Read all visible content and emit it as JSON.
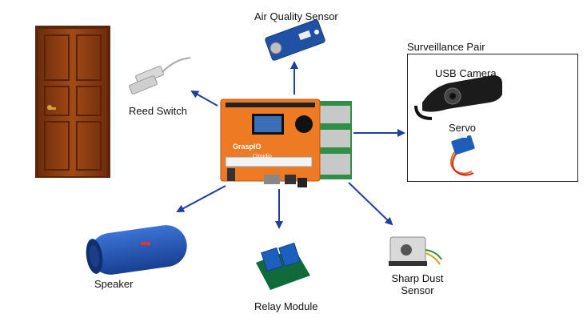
{
  "labels": {
    "air_quality_sensor": "Air Quality Sensor",
    "surveillance_pair": "Surveillance Pair",
    "usb_camera": "USB Camera",
    "servo": "Servo",
    "reed_switch": "Reed Switch",
    "speaker": "Speaker",
    "relay_module": "Relay Module",
    "sharp_dust_sensor_line1": "Sharp Dust",
    "sharp_dust_sensor_line2": "Sensor"
  },
  "board_text": {
    "brand": "GraspIO",
    "model": "Cloudio"
  },
  "colors": {
    "arrow": "#1f3f9e",
    "board": "#ef7a24",
    "door": "#8a3b12",
    "speaker": "#1f4fb3",
    "relay": "#1d5fbf",
    "sensor_board": "#1f52a5",
    "box_border": "#222222"
  }
}
